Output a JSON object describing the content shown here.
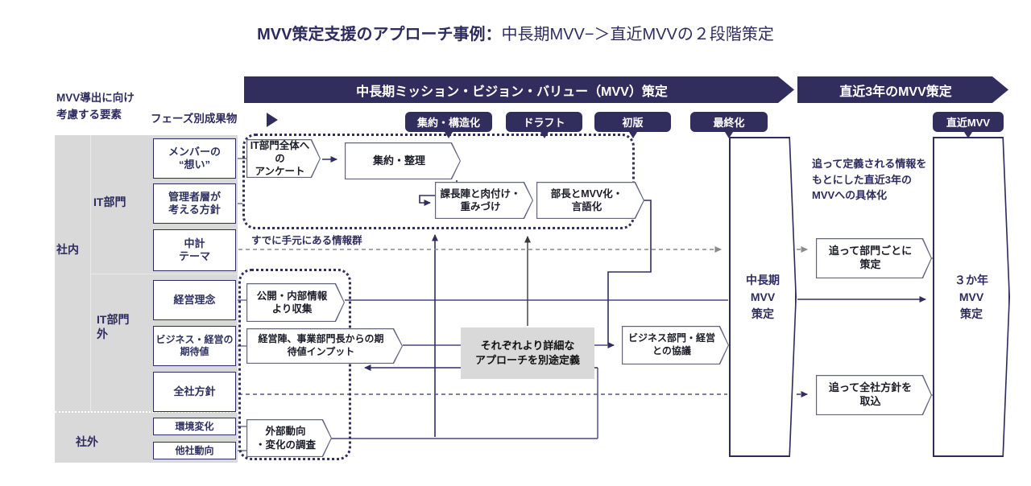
{
  "colors": {
    "navy": "#312e5e",
    "panel_gray": "#d9d9d9",
    "dash_gray": "#8a8a8a"
  },
  "title": {
    "lead": "MVV策定支援のアプローチ事例：",
    "rest": "中長期MVV−＞直近MVVの２段階策定"
  },
  "header": {
    "consider": "MVV導出に向け\n考慮する要素",
    "phase_outputs": "フェーズ別成果物"
  },
  "banners": {
    "midterm": "中長期ミッション・ビジョン・バリュー（MVV）策定",
    "recent": "直近3年のMVV策定"
  },
  "phases": {
    "aggregate": "集約・構造化",
    "draft": "ドラフト",
    "first": "初版",
    "final": "最終化",
    "recent": "直近MVV"
  },
  "groups": {
    "internal": "社内",
    "it": "IT部門",
    "non_it": "IT部門\n外",
    "external": "社外"
  },
  "elements": {
    "member": "メンバーの\n“想い”",
    "manager": "管理者層が\n考える方針",
    "midplan": "中計\nテーマ",
    "philosophy": "経営理念",
    "expectation": "ビジネス・経営の\n期待値",
    "policy": "全社方針",
    "env": "環境変化",
    "others": "他社動向"
  },
  "process": {
    "survey": "IT部門全体への\nアンケート",
    "aggregate": "集約・整理",
    "section_chiefs": "課長陣と肉付け・\n重みづけ",
    "dept_heads": "部長とMVV化・\n言語化",
    "collect": "公開・内部情報\nより収集",
    "exec_input": "経営陣、事業部門長からの期\n待値インプット",
    "external": "外部動向\n・変化の調査",
    "biz_consult": "ビジネス部門・経営\nとの協議",
    "dept_later": "追って部門ごとに\n策定",
    "policy_later": "追って全社方針を\n取込"
  },
  "notes": {
    "existing": "すでに手元にある情報群",
    "later_info": "追って定義される情報を\nもとにした直近3年の\nMVVへの具体化",
    "separate": "それぞれより詳細な\nアプローチを別途定義"
  },
  "outputs": {
    "midterm": "中長期\nMVV\n策定",
    "three_year": "３か年\nMVV\n策定"
  }
}
